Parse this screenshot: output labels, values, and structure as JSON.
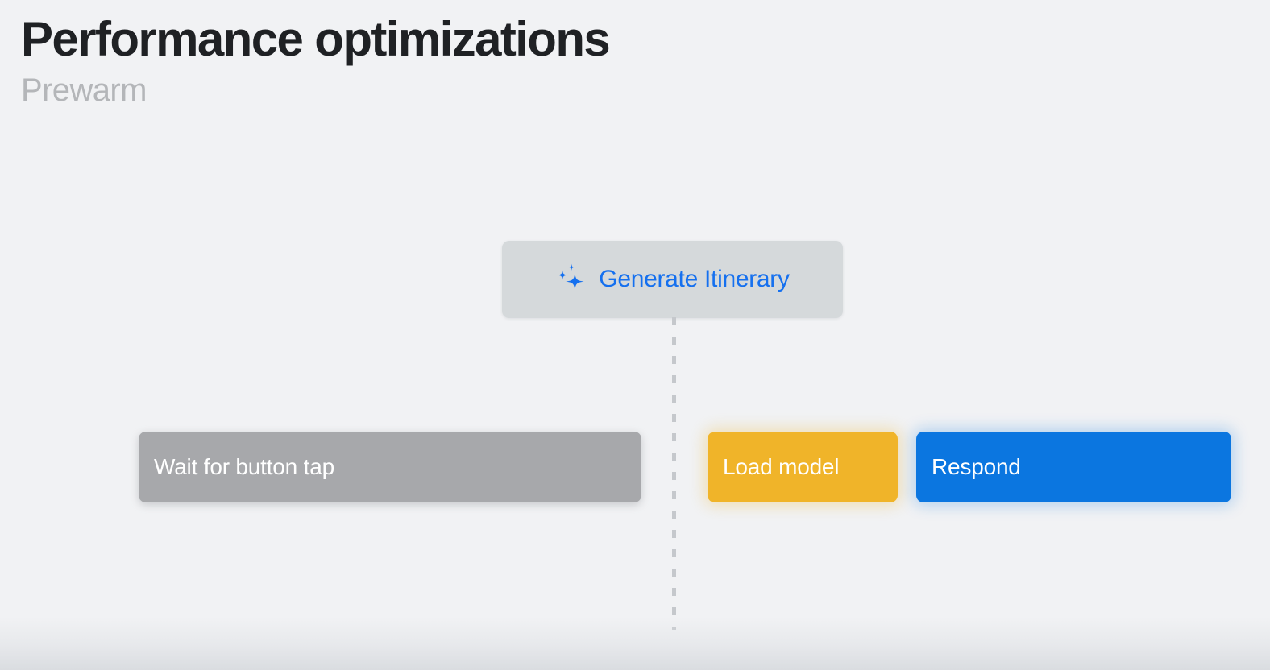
{
  "slide": {
    "title": "Performance optimizations",
    "subtitle": "Prewarm",
    "background_color": "#f1f2f4"
  },
  "generate_button": {
    "label": "Generate Itinerary",
    "icon": "sparkles-icon",
    "icon_color": "#1570ef",
    "text_color": "#1570ef",
    "background_color": "#d5d9db"
  },
  "timeline": {
    "divider": "dashed-vertical-divider",
    "divider_color": "#c5c8cc",
    "phases": [
      {
        "id": "wait-for-button-tap",
        "label": "Wait for button tap",
        "color": "#a7a8ab"
      },
      {
        "id": "load-model",
        "label": "Load model",
        "color": "#f0b429"
      },
      {
        "id": "respond",
        "label": "Respond",
        "color": "#0b76e0"
      }
    ]
  }
}
